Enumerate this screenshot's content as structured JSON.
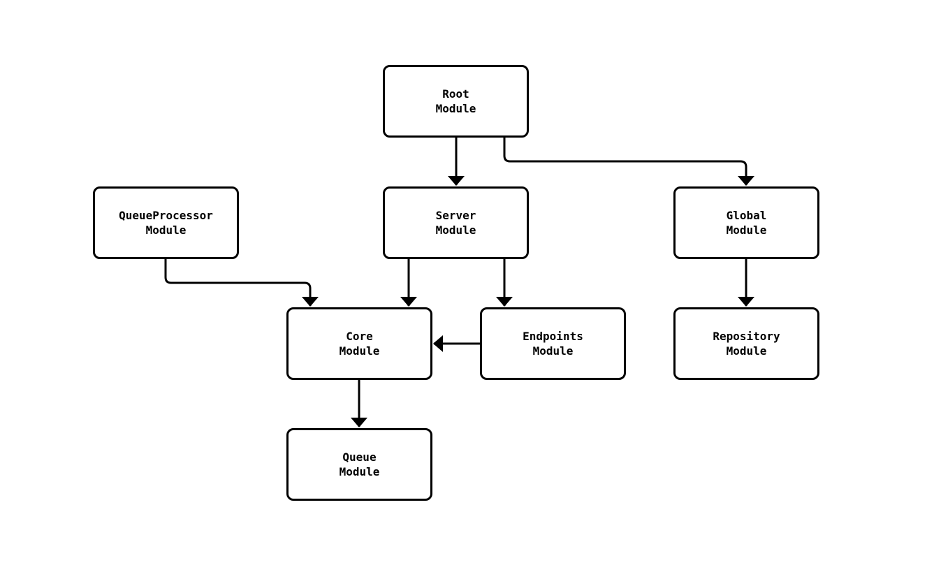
{
  "diagram": {
    "type": "module-dependency-flowchart",
    "background_color": "#ffffff",
    "node_fill_color": "#ffffff",
    "stroke_color": "#000000",
    "nodes": {
      "root": {
        "label": "Root\nModule"
      },
      "queue_processor": {
        "label": "QueueProcessor\nModule"
      },
      "server": {
        "label": "Server\nModule"
      },
      "global": {
        "label": "Global\nModule"
      },
      "core": {
        "label": "Core\nModule"
      },
      "endpoints": {
        "label": "Endpoints\nModule"
      },
      "repository": {
        "label": "Repository\nModule"
      },
      "queue": {
        "label": "Queue\nModule"
      }
    },
    "edges": [
      {
        "from": "root",
        "to": "server"
      },
      {
        "from": "root",
        "to": "global"
      },
      {
        "from": "queue_processor",
        "to": "core"
      },
      {
        "from": "server",
        "to": "core"
      },
      {
        "from": "server",
        "to": "endpoints"
      },
      {
        "from": "endpoints",
        "to": "core"
      },
      {
        "from": "global",
        "to": "repository"
      },
      {
        "from": "core",
        "to": "queue"
      }
    ]
  }
}
